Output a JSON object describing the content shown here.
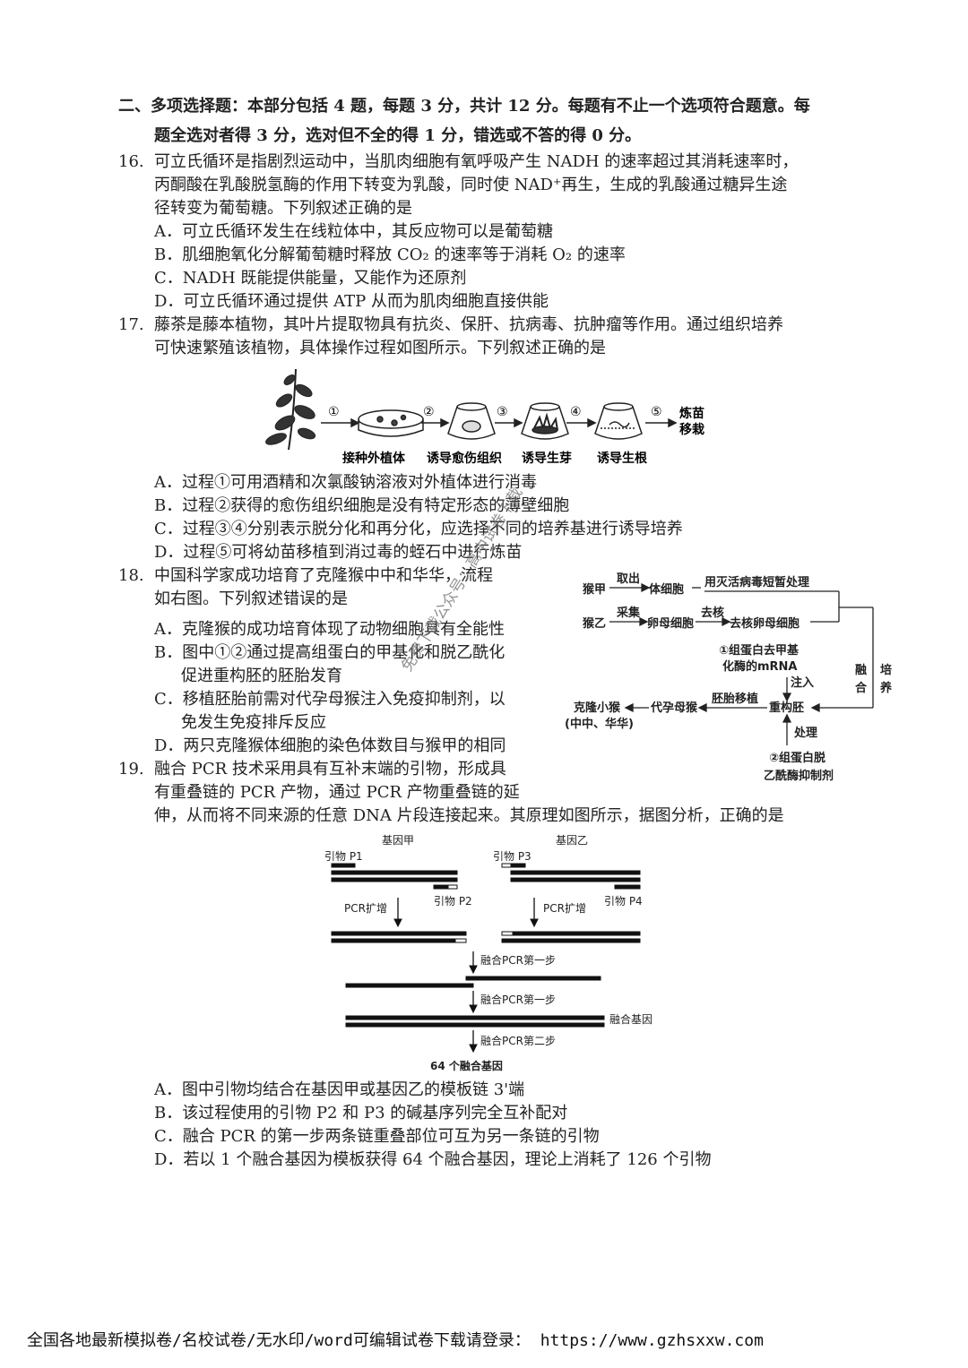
{
  "section": {
    "line1": "二、多项选择题：本部分包括 4 题，每题 3 分，共计 12 分。每题有不止一个选项符合题意。每",
    "line2": "题全选对者得 3 分，选对但不全的得 1 分，错选或不答的得 0 分。"
  },
  "q16": {
    "num": "16.",
    "stem": [
      "可立氏循环是指剧烈运动中，当肌肉细胞有氧呼吸产生 NADH 的速率超过其消耗速率时，",
      "丙酮酸在乳酸脱氢酶的作用下转变为乳酸，同时使 NAD⁺再生，生成的乳酸通过糖异生途",
      "径转变为葡萄糖。下列叙述正确的是"
    ],
    "options": [
      "A．可立氏循环发生在线粒体中，其反应物可以是葡萄糖",
      "B．肌细胞氧化分解葡萄糖时释放 CO₂ 的速率等于消耗 O₂ 的速率",
      "C．NADH 既能提供能量，又能作为还原剂",
      "D．可立氏循环通过提供 ATP 从而为肌肉细胞直接供能"
    ]
  },
  "q17": {
    "num": "17.",
    "stem": [
      "藤茶是藤本植物，其叶片提取物具有抗炎、保肝、抗病毒、抗肿瘤等作用。通过组织培养",
      "可快速繁殖该植物，具体操作过程如图所示。下列叙述正确的是"
    ],
    "figure": {
      "steps": [
        "①",
        "②",
        "③",
        "④",
        "⑤"
      ],
      "end_label_1": "炼苗",
      "end_label_2": "移栽",
      "captions": [
        "接种外植体",
        "诱导愈伤组织",
        "诱导生芽",
        "诱导生根"
      ]
    },
    "options": [
      "A．过程①可用酒精和次氯酸钠溶液对外植体进行消毒",
      "B．过程②获得的愈伤组织细胞是没有特定形态的薄壁细胞",
      "C．过程③④分别表示脱分化和再分化，应选择不同的培养基进行诱导培养",
      "D．过程⑤可将幼苗移植到消过毒的蛭石中进行炼苗"
    ]
  },
  "q18": {
    "num": "18.",
    "stem": [
      "中国科学家成功培育了克隆猴中中和华华，流程",
      "如右图。下列叙述错误的是"
    ],
    "options": [
      "A．克隆猴的成功培育体现了动物细胞具有全能性",
      "B．图中①②通过提高组蛋白的甲基化和脱乙酰化",
      "促进重构胚的胚胎发育",
      "C．移植胚胎前需对代孕母猴注入免疫抑制剂，以",
      "免发生免疫排斥反应",
      "D．两只克隆猴体细胞的染色体数目与猴甲的相同"
    ],
    "diagram": {
      "monkey_a": "猴甲",
      "take": "取出",
      "somatic": "体细胞",
      "virus": "用灭活病毒短暂处理",
      "monkey_b": "猴乙",
      "collect": "采集",
      "oocyte": "卵母细胞",
      "enucleate": "去核",
      "enucleated_oocyte": "去核卵母细胞",
      "mrna_1": "①组蛋白去甲基",
      "mrna_2": "化酶的mRNA",
      "inject": "注入",
      "fuse_1": "融",
      "fuse_2": "合",
      "culture_1": "培",
      "culture_2": "养",
      "reconstructed": "重构胚",
      "transfer": "胚胎移植",
      "surrogate": "代孕母猴",
      "clone_1": "克隆小猴",
      "clone_2": "(中中、华华)",
      "treat": "处理",
      "inhibitor_1": "②组蛋白脱",
      "inhibitor_2": "乙酰酶抑制剂"
    }
  },
  "q19": {
    "num": "19.",
    "stem": [
      "融合 PCR 技术采用具有互补末端的引物，形成具",
      "有重叠链的 PCR 产物，通过 PCR 产物重叠链的延",
      "伸，从而将不同来源的任意 DNA 片段连接起来。其原理如图所示，据图分析，正确的是"
    ],
    "diagram": {
      "gene_a": "基因甲",
      "gene_b": "基因乙",
      "p1": "引物 P1",
      "p2": "引物 P2",
      "p3": "引物 P3",
      "p4": "引物 P4",
      "pcr_amp": "PCR扩增",
      "step1a": "融合PCR第一步",
      "step1b": "融合PCR第一步",
      "fusion_gene": "融合基因",
      "step2": "融合PCR第二步",
      "result": "64 个融合基因"
    },
    "options": [
      "A．图中引物均结合在基因甲或基因乙的模板链 3'端",
      "B．该过程使用的引物 P2 和 P3 的碱基序列完全互补配对",
      "C．融合 PCR 的第一步两条链重叠部位可互为另一条链的引物",
      "D．若以 1 个融合基因为模板获得 64 个融合基因，理论上消耗了 126 个引物"
    ]
  },
  "watermark": "免费下载公众号：高中试卷下载",
  "footer": "全国各地最新模拟卷/名校试卷/无水印/word可编辑试卷下载请登录： https://www.gzhsxxw.com"
}
